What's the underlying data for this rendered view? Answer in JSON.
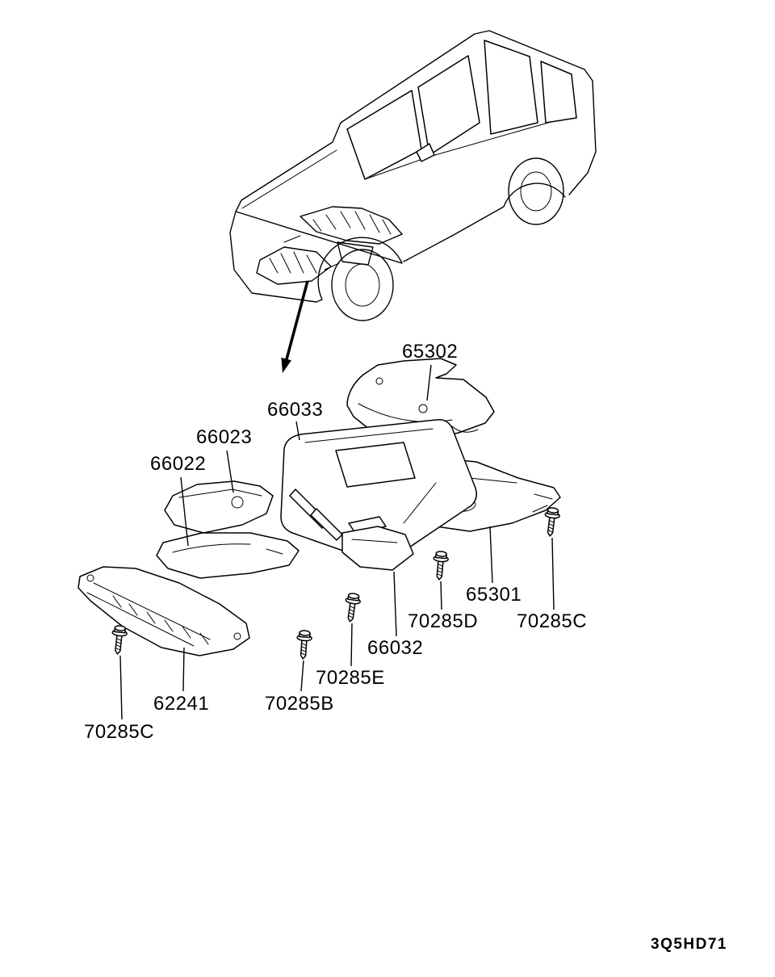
{
  "page": {
    "diagram_code": "3Q5HD71"
  },
  "part_labels": {
    "p65302": "65302",
    "p66033": "66033",
    "p66023": "66023",
    "p66022": "66022",
    "p65301": "65301",
    "p70285D": "70285D",
    "p70285C_right": "70285C",
    "p66032": "66032",
    "p70285E": "70285E",
    "p62241": "62241",
    "p70285B": "70285B",
    "p70285C_left": "70285C"
  },
  "colors": {
    "line": "#000000",
    "background": "#ffffff"
  }
}
